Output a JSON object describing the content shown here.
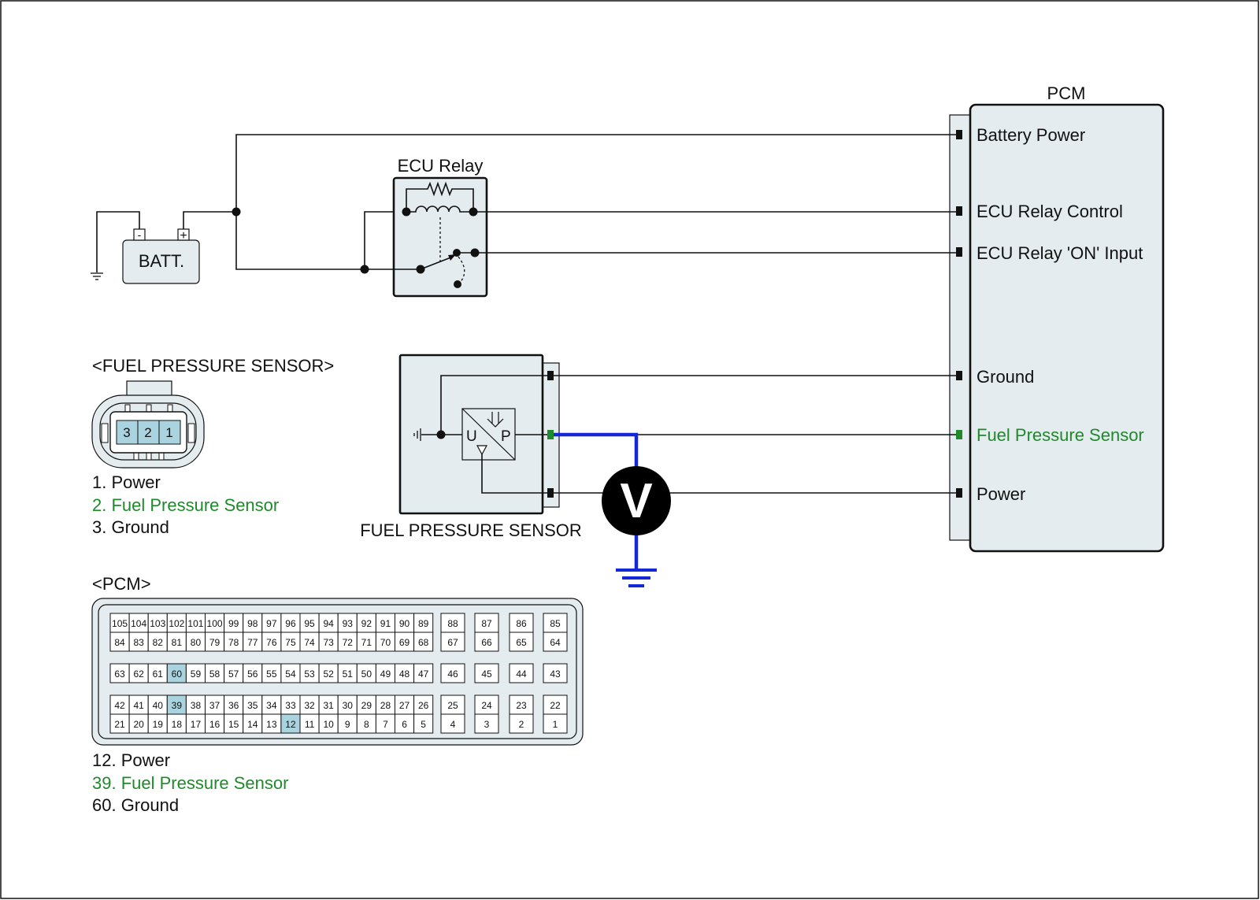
{
  "pcm": {
    "title": "PCM",
    "pins": [
      "Battery Power",
      "ECU Relay Control",
      "ECU Relay 'ON' Input",
      "Ground",
      "Fuel Pressure Sensor",
      "Power"
    ]
  },
  "ecu_relay": {
    "title": "ECU Relay"
  },
  "battery": {
    "label": "BATT.",
    "minus": "-",
    "plus": "+"
  },
  "sensor": {
    "title": "FUEL PRESSURE SENSOR",
    "u_label": "U",
    "p_label": "P"
  },
  "meter": {
    "label": "V"
  },
  "fps_connector": {
    "title": "<FUEL PRESSURE SENSOR>",
    "pins": [
      "3",
      "2",
      "1"
    ],
    "legend": [
      "1. Power",
      "2. Fuel Pressure Sensor",
      "3. Ground"
    ]
  },
  "pcm_connector": {
    "title": "<PCM>",
    "rows": [
      [
        "105",
        "104",
        "103",
        "102",
        "101",
        "100",
        "99",
        "98",
        "97",
        "96",
        "95",
        "94",
        "93",
        "92",
        "91",
        "90",
        "89"
      ],
      [
        "84",
        "83",
        "82",
        "81",
        "80",
        "79",
        "78",
        "77",
        "76",
        "75",
        "74",
        "73",
        "72",
        "71",
        "70",
        "69",
        "68"
      ],
      [
        "63",
        "62",
        "61",
        "60",
        "59",
        "58",
        "57",
        "56",
        "55",
        "54",
        "53",
        "52",
        "51",
        "50",
        "49",
        "48",
        "47"
      ],
      [
        "42",
        "41",
        "40",
        "39",
        "38",
        "37",
        "36",
        "35",
        "34",
        "33",
        "32",
        "31",
        "30",
        "29",
        "28",
        "27",
        "26"
      ],
      [
        "21",
        "20",
        "19",
        "18",
        "17",
        "16",
        "15",
        "14",
        "13",
        "12",
        "11",
        "10",
        "9",
        "8",
        "7",
        "6",
        "5"
      ]
    ],
    "side_cols": [
      [
        "88",
        "67",
        "46",
        "25",
        "4"
      ],
      [
        "87",
        "66",
        "45",
        "24",
        "3"
      ],
      [
        "86",
        "65",
        "44",
        "23",
        "2"
      ],
      [
        "85",
        "64",
        "43",
        "22",
        "1"
      ]
    ],
    "highlighted": [
      "60",
      "39",
      "12"
    ],
    "legend": [
      "12. Power",
      "39. Fuel Pressure Sensor",
      "60. Ground"
    ]
  },
  "colors": {
    "signal": "#1f8a2a",
    "probe_wire": "#1428d8",
    "highlight": "#a9d3de",
    "body_fill": "#e4ecef"
  }
}
